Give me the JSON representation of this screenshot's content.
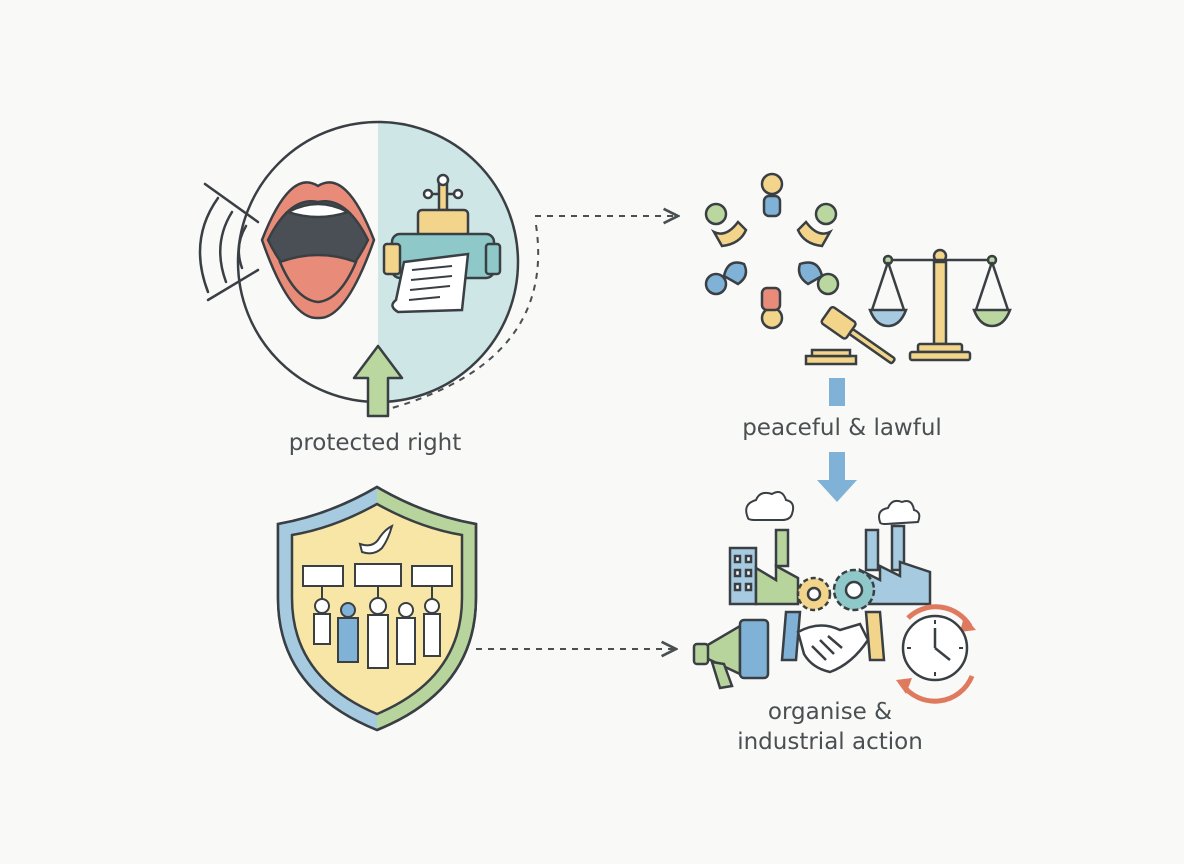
{
  "labels": {
    "protected_right": "protected right",
    "peaceful_lawful": "peaceful & lawful",
    "organise_line1": "organise &",
    "organise_line2": "industrial action"
  },
  "colors": {
    "outline": "#3a3f44",
    "mouth_red": "#e88c79",
    "teal": "#cfe6e6",
    "shield_yellow": "#f7e6a6",
    "shield_blue": "#a6cbe0",
    "shield_green": "#b7d49c",
    "arrow_green": "#b9d79e",
    "arrow_blue": "#7fb2d6",
    "dash": "#4a4f52"
  },
  "icons": [
    "speech-mouth-icon",
    "sound-waves-icon",
    "printing-press-icon",
    "people-circle-icon",
    "gavel-icon",
    "scales-icon",
    "shield-icon",
    "dove-icon",
    "protesters-icon",
    "factory-icon",
    "gears-icon",
    "megaphone-icon",
    "handshake-icon",
    "clock-icon"
  ]
}
